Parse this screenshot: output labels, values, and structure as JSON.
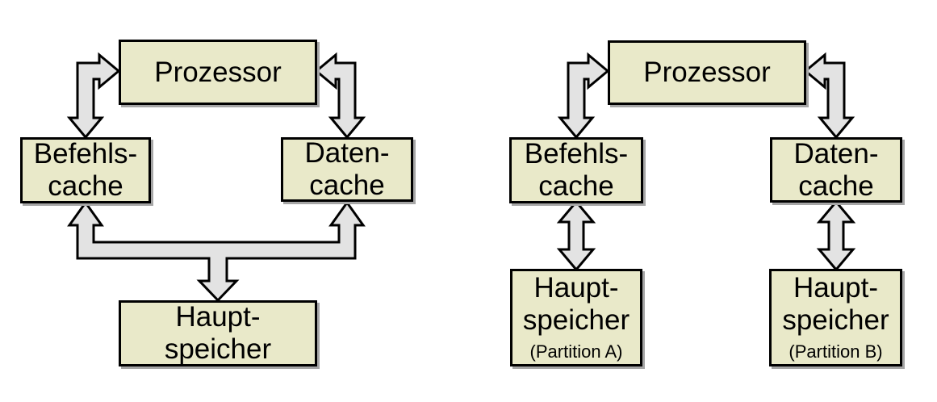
{
  "colors": {
    "background": "#ffffff",
    "box_fill": "#e9e9c9",
    "box_border": "#000000",
    "box_shadow": "#a6a6a6",
    "arrow_fill": "#e3e3e3",
    "arrow_outline": "#000000",
    "text_color": "#000000"
  },
  "left": {
    "processor": "Prozessor",
    "icache": {
      "line1": "Befehls-",
      "line2": "cache"
    },
    "dcache": {
      "line1": "Daten-",
      "line2": "cache"
    },
    "memory": {
      "line1": "Haupt-",
      "line2": "speicher"
    }
  },
  "right": {
    "processor": "Prozessor",
    "icache": {
      "line1": "Befehls-",
      "line2": "cache"
    },
    "dcache": {
      "line1": "Daten-",
      "line2": "cache"
    },
    "memory_a": {
      "line1": "Haupt-",
      "line2": "speicher",
      "note": "(Partition A)"
    },
    "memory_b": {
      "line1": "Haupt-",
      "line2": "speicher",
      "note": "(Partition B)"
    }
  }
}
